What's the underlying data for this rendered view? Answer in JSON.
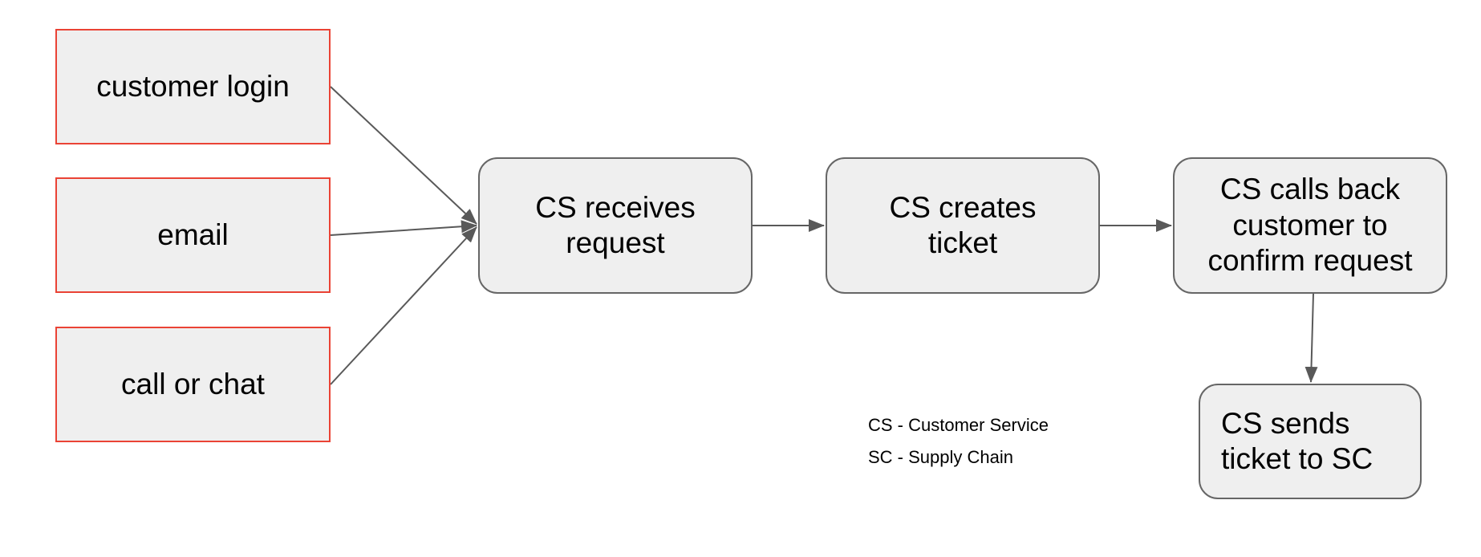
{
  "diagram": {
    "nodes": {
      "customer_login": "customer login",
      "email": "email",
      "call_or_chat": "call or chat",
      "cs_receives": "CS receives\nrequest",
      "cs_creates": "CS creates\nticket",
      "cs_calls_back": "CS calls back\ncustomer to\nconfirm request",
      "cs_sends": "CS sends\nticket to SC"
    },
    "legend": {
      "cs": "CS - Customer Service",
      "sc": "SC - Supply Chain"
    },
    "edges": [
      {
        "from": "customer_login",
        "to": "cs_receives"
      },
      {
        "from": "email",
        "to": "cs_receives"
      },
      {
        "from": "call_or_chat",
        "to": "cs_receives"
      },
      {
        "from": "cs_receives",
        "to": "cs_creates"
      },
      {
        "from": "cs_creates",
        "to": "cs_calls_back"
      },
      {
        "from": "cs_calls_back",
        "to": "cs_sends"
      }
    ],
    "colors": {
      "source_border": "#ea4335",
      "process_border": "#666666",
      "node_fill": "#efefef",
      "edge": "#595959"
    }
  }
}
